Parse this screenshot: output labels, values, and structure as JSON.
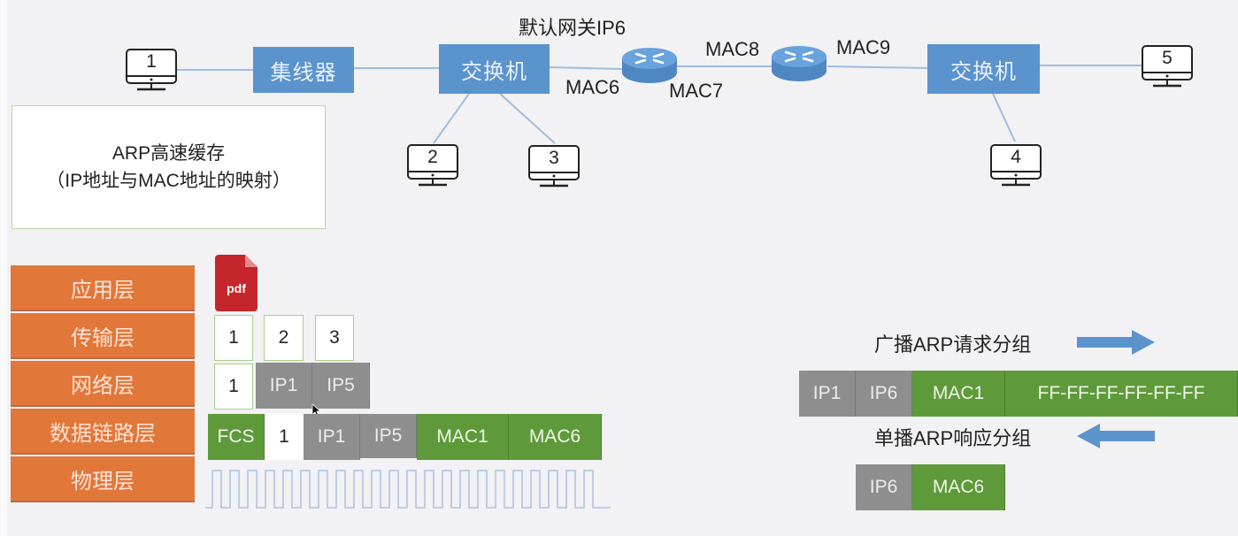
{
  "topology": {
    "gateway_label": "默认网关IP6",
    "hub_label": "集线器",
    "switch_left_label": "交换机",
    "switch_right_label": "交换机",
    "hosts": [
      "1",
      "2",
      "3",
      "4",
      "5"
    ],
    "mac_labels": {
      "mac6": "MAC6",
      "mac7": "MAC7",
      "mac8": "MAC8",
      "mac9": "MAC9"
    },
    "colors": {
      "device": "#5b93cd",
      "link": "#9dbde0"
    }
  },
  "arp_cache": {
    "title": "ARP高速缓存",
    "subtitle": "（IP地址与MAC地址的映射）"
  },
  "layers": [
    "应用层",
    "传输层",
    "网络层",
    "数据链路层",
    "物理层"
  ],
  "encapsulation": {
    "application": {
      "icon_label": "pdf"
    },
    "transport_segments": [
      "1",
      "2",
      "3"
    ],
    "network_packet": [
      "1",
      "IP1",
      "IP5"
    ],
    "frame": [
      "FCS",
      "1",
      "IP1",
      "IP5",
      "MAC1",
      "MAC6"
    ]
  },
  "arp": {
    "request_label": "广播ARP请求分组",
    "request_fields": [
      "IP1",
      "IP6",
      "MAC1",
      "FF-FF-FF-FF-FF-FF"
    ],
    "reply_label": "单播ARP响应分组",
    "reply_fields": [
      "IP6",
      "MAC6"
    ]
  },
  "colors": {
    "layer": "#e2773a",
    "grey_field": "#8e8e8e",
    "green_field": "#5e9a3a",
    "arrow": "#5b93cd"
  }
}
